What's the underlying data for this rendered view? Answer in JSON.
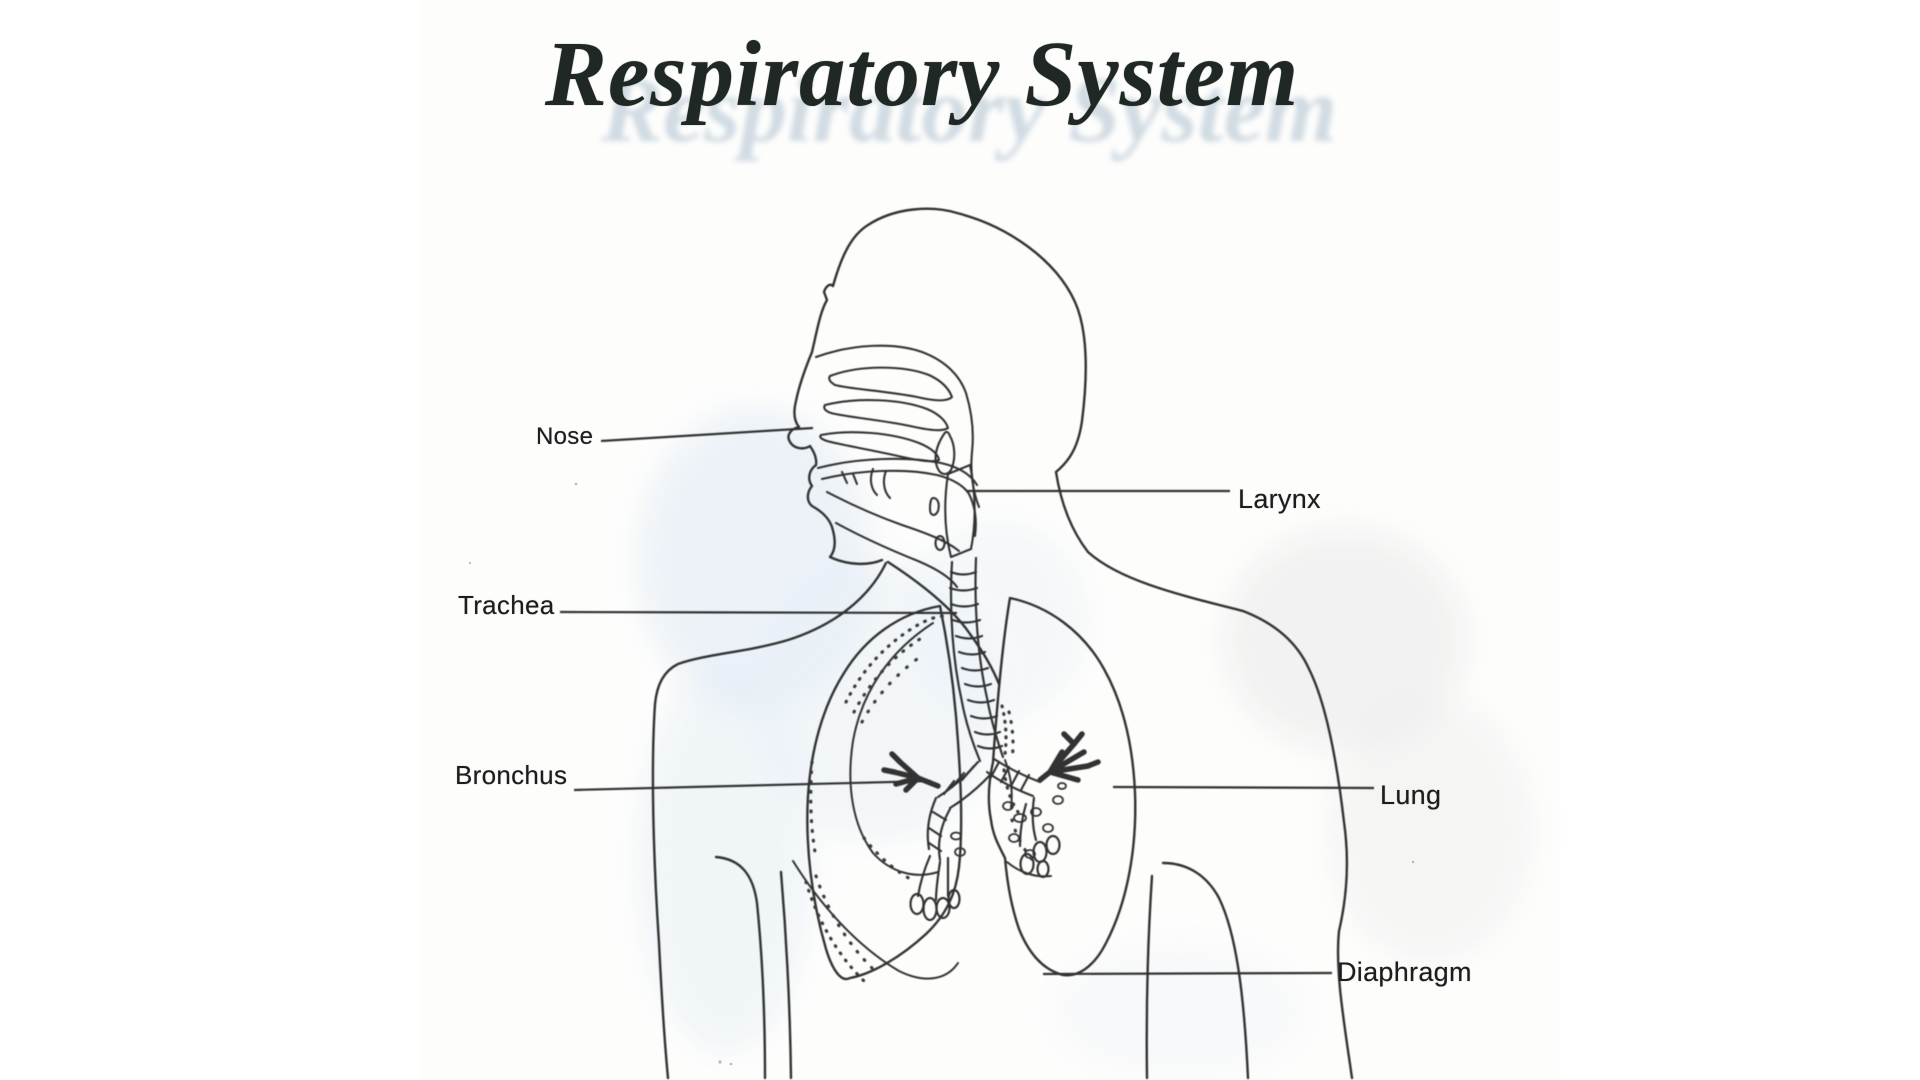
{
  "page": {
    "title": "Respiratory System",
    "title_ghost": "Respiratory System"
  },
  "diagram": {
    "labels": [
      {
        "id": "nose",
        "text": "Nose"
      },
      {
        "id": "larynx",
        "text": "Larynx"
      },
      {
        "id": "trachea",
        "text": "Trachea"
      },
      {
        "id": "bronchus",
        "text": "Bronchus"
      },
      {
        "id": "lung",
        "text": "Lung"
      },
      {
        "id": "diaphragm",
        "text": "Diaphragm"
      }
    ],
    "colors": {
      "ink": "#333333",
      "label_ink": "#1d1d1d",
      "title_ink": "#1f2824",
      "paper": "#fdfdfc",
      "tint_blue": "#dfeaf4",
      "tint_gray": "#e8eae8"
    }
  }
}
